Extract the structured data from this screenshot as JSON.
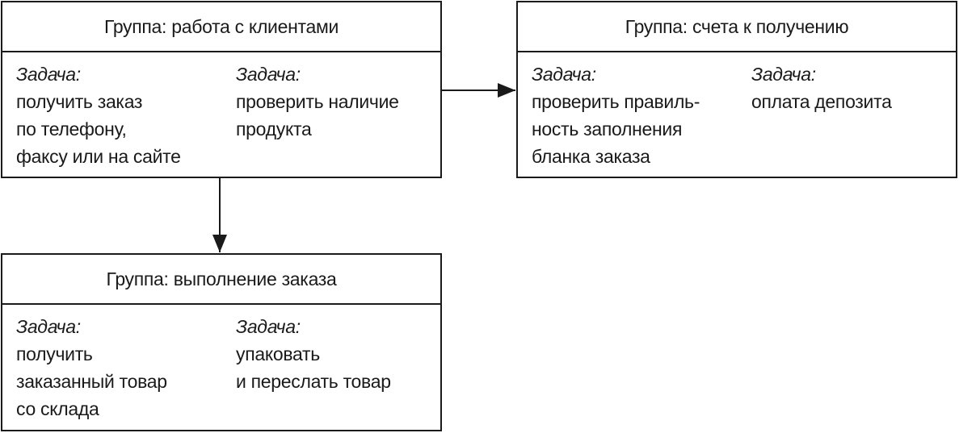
{
  "groups": [
    {
      "title": "Группа: работа с клиентами",
      "tasks": [
        {
          "label": "Задача:",
          "lines": [
            "получить заказ",
            "по телефону,",
            "факсу или на сайте"
          ]
        },
        {
          "label": "Задача:",
          "lines": [
            "проверить наличие",
            "продукта"
          ]
        }
      ]
    },
    {
      "title": "Группа: счета к получению",
      "tasks": [
        {
          "label": "Задача:",
          "lines": [
            "проверить правиль-",
            "ность заполнения",
            "бланка заказа"
          ]
        },
        {
          "label": "Задача:",
          "lines": [
            "оплата депозита"
          ]
        }
      ]
    },
    {
      "title": "Группа: выполнение заказа",
      "tasks": [
        {
          "label": "Задача:",
          "lines": [
            "получить",
            "заказанный товар",
            "со склада"
          ]
        },
        {
          "label": "Задача:",
          "lines": [
            "упаковать",
            "и переслать товар"
          ]
        }
      ]
    }
  ]
}
